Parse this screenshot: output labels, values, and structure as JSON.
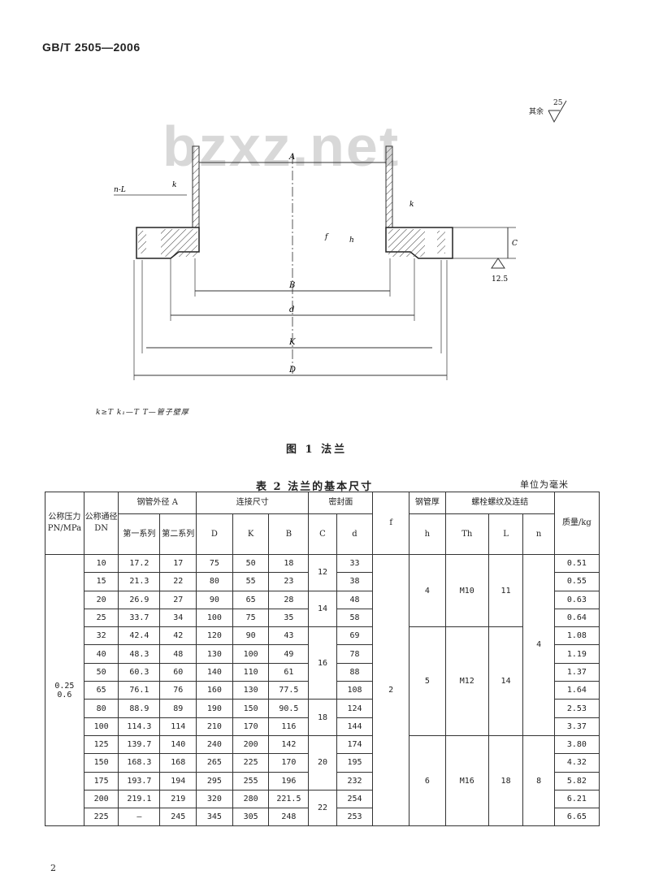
{
  "header": {
    "standard": "GB/T 2505—2006"
  },
  "watermark": "bzxz.net",
  "roughness": {
    "label": "其余",
    "value": "25"
  },
  "drawing": {
    "labels": {
      "A": "A",
      "B": "B",
      "d": "d",
      "K": "K",
      "D": "D",
      "n_L": "n-L",
      "k": "k",
      "k1": "k",
      "f": "f",
      "h": "h",
      "C": "C",
      "roughness_value": "12.5"
    }
  },
  "note": "k≥T   k₁—T   T—管子壁厚",
  "figure_caption": "图 1  法兰",
  "table_caption": "表 2  法兰的基本尺寸",
  "unit": "单位为毫米",
  "table": {
    "headers": {
      "pn": "公称压力 PN/MPa",
      "dn": "公称通径 DN",
      "pipe_od": "钢管外径 A",
      "series1": "第一系列",
      "series2": "第二系列",
      "conn": "连接尺寸",
      "seal": "密封面",
      "D": "D",
      "K": "K",
      "B": "B",
      "C": "C",
      "d": "d",
      "f": "f",
      "neck": "钢管厚",
      "h": "h",
      "bolt": "螺栓螺纹及连结",
      "Th": "Th",
      "L": "L",
      "n": "n",
      "mass": "质量/kg"
    },
    "pn_value": "0.25 0.6",
    "f_value": "2",
    "rows": [
      {
        "dn": "10",
        "a1": "17.2",
        "a2": "17",
        "D": "75",
        "K": "50",
        "B": "18",
        "d": "33",
        "mass": "0.51"
      },
      {
        "dn": "15",
        "a1": "21.3",
        "a2": "22",
        "D": "80",
        "K": "55",
        "B": "23",
        "d": "38",
        "mass": "0.55"
      },
      {
        "dn": "20",
        "a1": "26.9",
        "a2": "27",
        "D": "90",
        "K": "65",
        "B": "28",
        "d": "48",
        "mass": "0.63"
      },
      {
        "dn": "25",
        "a1": "33.7",
        "a2": "34",
        "D": "100",
        "K": "75",
        "B": "35",
        "d": "58",
        "mass": "0.64"
      },
      {
        "dn": "32",
        "a1": "42.4",
        "a2": "42",
        "D": "120",
        "K": "90",
        "B": "43",
        "d": "69",
        "mass": "1.08"
      },
      {
        "dn": "40",
        "a1": "48.3",
        "a2": "48",
        "D": "130",
        "K": "100",
        "B": "49",
        "d": "78",
        "mass": "1.19"
      },
      {
        "dn": "50",
        "a1": "60.3",
        "a2": "60",
        "D": "140",
        "K": "110",
        "B": "61",
        "d": "88",
        "mass": "1.37"
      },
      {
        "dn": "65",
        "a1": "76.1",
        "a2": "76",
        "D": "160",
        "K": "130",
        "B": "77.5",
        "d": "108",
        "mass": "1.64"
      },
      {
        "dn": "80",
        "a1": "88.9",
        "a2": "89",
        "D": "190",
        "K": "150",
        "B": "90.5",
        "d": "124",
        "mass": "2.53"
      },
      {
        "dn": "100",
        "a1": "114.3",
        "a2": "114",
        "D": "210",
        "K": "170",
        "B": "116",
        "d": "144",
        "mass": "3.37"
      },
      {
        "dn": "125",
        "a1": "139.7",
        "a2": "140",
        "D": "240",
        "K": "200",
        "B": "142",
        "d": "174",
        "mass": "3.80"
      },
      {
        "dn": "150",
        "a1": "168.3",
        "a2": "168",
        "D": "265",
        "K": "225",
        "B": "170",
        "d": "195",
        "mass": "4.32"
      },
      {
        "dn": "175",
        "a1": "193.7",
        "a2": "194",
        "D": "295",
        "K": "255",
        "B": "196",
        "d": "232",
        "mass": "5.82"
      },
      {
        "dn": "200",
        "a1": "219.1",
        "a2": "219",
        "D": "320",
        "K": "280",
        "B": "221.5",
        "d": "254",
        "mass": "6.21"
      },
      {
        "dn": "225",
        "a1": "—",
        "a2": "245",
        "D": "345",
        "K": "305",
        "B": "248",
        "d": "253",
        "mass": "6.65"
      }
    ],
    "c_groups": [
      "12",
      "14",
      "16",
      "18",
      "20",
      "22"
    ],
    "h_groups": [
      "4",
      "5",
      "6"
    ],
    "th_groups": [
      "M10",
      "M12",
      "M16"
    ],
    "l_groups": [
      "11",
      "14",
      "18"
    ],
    "n_groups": [
      "4",
      "8"
    ]
  },
  "page_number": "2"
}
